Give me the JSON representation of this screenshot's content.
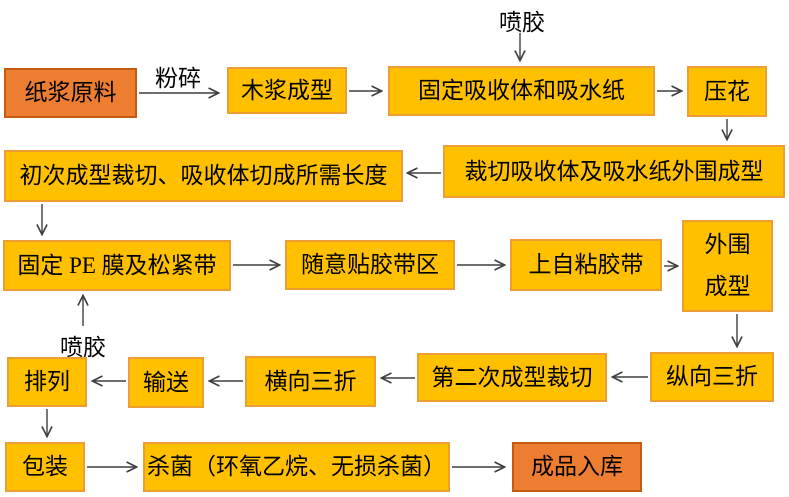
{
  "diagram": {
    "background": "#FFFFFF",
    "colors": {
      "process_fill": "#FFC000",
      "process_border": "#ED9D31",
      "accent_fill": "#ED7D31",
      "accent_border": "#C55A11",
      "arrow": "#3F3F3F",
      "text": "#000000"
    },
    "nodes": {
      "pulp": {
        "label": "纸浆原料",
        "type": "accent"
      },
      "wood_forming": {
        "label": "木浆成型",
        "type": "process"
      },
      "fix_absorbent": {
        "label": "固定吸收体和吸水纸",
        "type": "process"
      },
      "emboss": {
        "label": "压花",
        "type": "process"
      },
      "first_cut": {
        "label": "初次成型裁切、吸收体切成所需长度",
        "type": "process"
      },
      "cut_outer": {
        "label": "裁切吸收体及吸水纸外围成型",
        "type": "process"
      },
      "fix_pe": {
        "label": "固定 PE 膜及松紧带",
        "type": "process"
      },
      "tape_zone": {
        "label": "随意贴胶带区",
        "type": "process"
      },
      "self_tape": {
        "label": "上自粘胶带",
        "type": "process"
      },
      "outer_form": {
        "label": "外围成型",
        "lines": [
          "外围",
          "成型"
        ],
        "type": "process"
      },
      "vertical_fold": {
        "label": "纵向三折",
        "type": "process"
      },
      "second_cut": {
        "label": "第二次成型裁切",
        "type": "process"
      },
      "horizontal_fold": {
        "label": "横向三折",
        "type": "process"
      },
      "convey": {
        "label": "输送",
        "type": "process"
      },
      "arrange": {
        "label": "排列",
        "type": "process"
      },
      "package": {
        "label": "包装",
        "type": "process"
      },
      "sterilize": {
        "label": "杀菌（环氧乙烷、无损杀菌）",
        "type": "process"
      },
      "finished": {
        "label": "成品入库",
        "type": "accent"
      }
    },
    "labels": {
      "crush": "粉碎",
      "spray_top": "喷胶",
      "spray_left": "喷胶"
    },
    "edges": [
      {
        "from": "pulp",
        "to": "wood_forming",
        "label": "粉碎"
      },
      {
        "from": "wood_forming",
        "to": "fix_absorbent",
        "label": ""
      },
      {
        "from": "spray_top_label",
        "to": "fix_absorbent",
        "label": "喷胶"
      },
      {
        "from": "fix_absorbent",
        "to": "emboss",
        "label": ""
      },
      {
        "from": "emboss",
        "to": "cut_outer",
        "label": ""
      },
      {
        "from": "cut_outer",
        "to": "first_cut",
        "label": ""
      },
      {
        "from": "first_cut",
        "to": "fix_pe",
        "label": ""
      },
      {
        "from": "spray_left_label",
        "to": "fix_pe",
        "label": "喷胶"
      },
      {
        "from": "fix_pe",
        "to": "tape_zone",
        "label": ""
      },
      {
        "from": "tape_zone",
        "to": "self_tape",
        "label": ""
      },
      {
        "from": "self_tape",
        "to": "outer_form",
        "label": ""
      },
      {
        "from": "outer_form",
        "to": "vertical_fold",
        "label": ""
      },
      {
        "from": "vertical_fold",
        "to": "second_cut",
        "label": ""
      },
      {
        "from": "second_cut",
        "to": "horizontal_fold",
        "label": ""
      },
      {
        "from": "horizontal_fold",
        "to": "convey",
        "label": ""
      },
      {
        "from": "convey",
        "to": "arrange",
        "label": ""
      },
      {
        "from": "arrange",
        "to": "package",
        "label": ""
      },
      {
        "from": "package",
        "to": "sterilize",
        "label": ""
      },
      {
        "from": "sterilize",
        "to": "finished",
        "label": ""
      }
    ]
  }
}
